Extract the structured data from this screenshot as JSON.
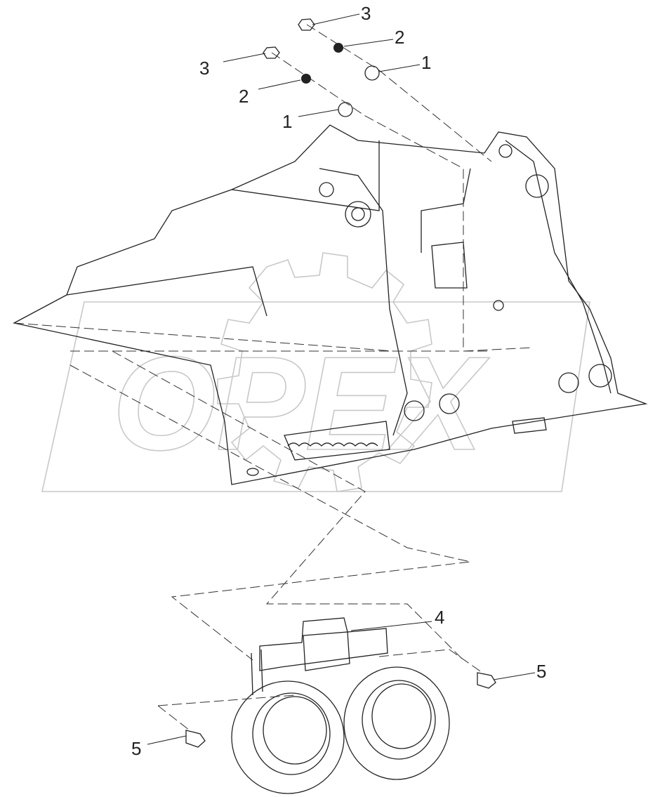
{
  "diagram": {
    "watermark": "OPEX",
    "callouts": [
      {
        "id": "callout-3-top",
        "text": "3"
      },
      {
        "id": "callout-2-top",
        "text": "2"
      },
      {
        "id": "callout-1-top",
        "text": "1"
      },
      {
        "id": "callout-3-left",
        "text": "3"
      },
      {
        "id": "callout-2-left",
        "text": "2"
      },
      {
        "id": "callout-1-left",
        "text": "1"
      },
      {
        "id": "callout-4",
        "text": "4"
      },
      {
        "id": "callout-5-right",
        "text": "5"
      },
      {
        "id": "callout-5-left",
        "text": "5"
      }
    ]
  }
}
